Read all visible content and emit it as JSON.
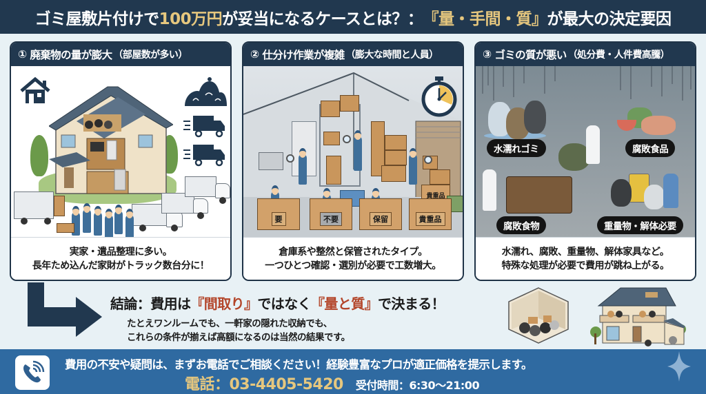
{
  "header": {
    "title_part1": "ゴミ屋敷片付けで",
    "title_highlight1": "100万円",
    "title_part2": "が妥当になるケースとは？：",
    "title_highlight2": "『量・手間・質』",
    "title_part3": "が最大の決定要因"
  },
  "panels": [
    {
      "number": "①",
      "heading": "廃棄物の量が膨大",
      "subheading": "（部屋数が多い）",
      "icons": [
        "house-icon",
        "garbage-bags-icon",
        "truck-icon",
        "truck-icon"
      ],
      "caption_line1": "実家・遺品整理に多い。",
      "caption_line2": "長年ため込んだ家財がトラック数台分に！"
    },
    {
      "number": "②",
      "heading": "仕分け作業が複雑",
      "subheading": "（膨大な時間と人員）",
      "icons": [
        "stopwatch-icon"
      ],
      "sort_boxes": [
        "要",
        "不要",
        "保留",
        "貴重品"
      ],
      "caption_line1": "倉庫系や整然と保管されたタイプ。",
      "caption_line2": "一つひとつ確認・選別が必要で工数増大。"
    },
    {
      "number": "③",
      "heading": "ゴミの質が悪い",
      "subheading": "（処分費・人件費高騰）",
      "tags": [
        "水濡れゴミ",
        "腐敗食品",
        "腐敗食物",
        "重量物・解体必要"
      ],
      "caption_line1": "水濡れ、腐敗、重量物、解体家具など。",
      "caption_line2": "特殊な処理が必要で費用が跳ね上がる。"
    }
  ],
  "conclusion": {
    "prefix": "結論：費用は",
    "red1": "『間取り』",
    "middle": "ではなく",
    "red2": "『量と質』",
    "suffix": "で決まる！",
    "body_line1": "たとえワンルームでも、一軒家の隠れた収納でも、",
    "body_line2": "これらの条件が揃えば高額になるのは当然の結果です。"
  },
  "footer": {
    "message": "費用の不安や疑問は、まずお電話でご相談ください！経験豊富なプロが適正価格を提示します。",
    "phone_label": "電話：03-4405-5420",
    "hours": "受付時間：6:30〜21:00"
  },
  "colors": {
    "navy": "#21384f",
    "gold": "#e6c77e",
    "accent_red": "#b3452a",
    "footer_blue": "#2f6aa1",
    "background": "#e8f1f5"
  }
}
